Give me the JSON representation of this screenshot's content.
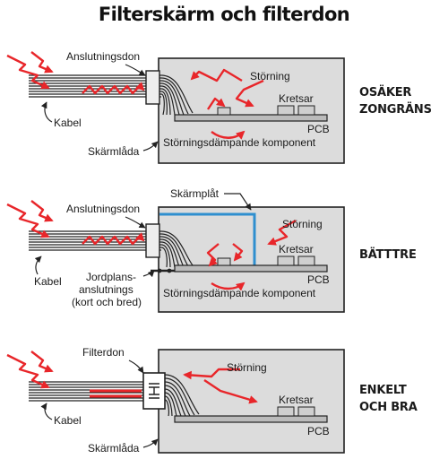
{
  "title": "Filterskärm och filterdon",
  "colors": {
    "box": "#dcdcdc",
    "noise": "#e8262a",
    "shield": "#2f8fcf",
    "line": "#222222"
  },
  "panels": [
    {
      "connector_label": "Anslutningsdon",
      "noise_label": "Störning",
      "circuits_label": "Kretsar",
      "pcb_label": "PCB",
      "cable_label": "Kabel",
      "enclosure_label": "Skärmlåda",
      "component_label": "Störningsdämpande komponent",
      "verdict": [
        "OSÄKER",
        "ZONGRÄNS"
      ]
    },
    {
      "shield_label": "Skärmplåt",
      "connector_label": "Anslutningsdon",
      "noise_label": "Störning",
      "circuits_label": "Kretsar",
      "pcb_label": "PCB",
      "cable_label": "Kabel",
      "ground_label": [
        "Jordplans-",
        "anslutnings",
        "(kort och bred)"
      ],
      "component_label": "Störningsdämpande komponent",
      "verdict": [
        "BÄTTTRE"
      ]
    },
    {
      "connector_label": "Filterdon",
      "noise_label": "Störning",
      "circuits_label": "Kretsar",
      "pcb_label": "PCB",
      "cable_label": "Kabel",
      "enclosure_label": "Skärmlåda",
      "verdict": [
        "ENKELT",
        "OCH BRA"
      ]
    }
  ]
}
